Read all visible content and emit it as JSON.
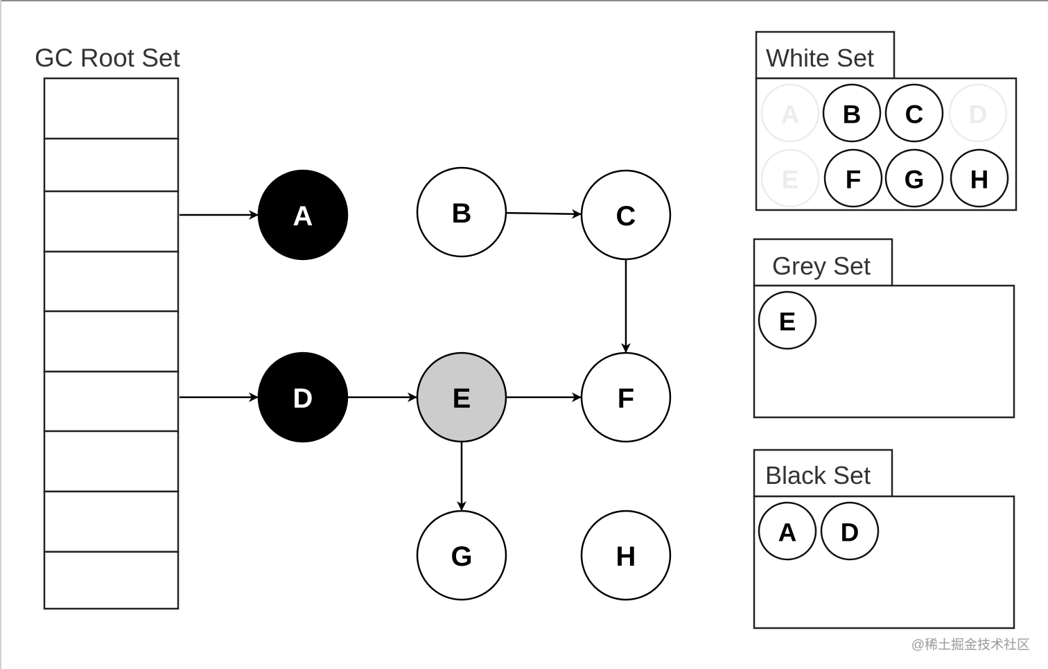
{
  "root_set": {
    "title": "GC Root Set",
    "slot_count": 9
  },
  "colors": {
    "black": "#000000",
    "grey": "#cccccc",
    "white": "#ffffff",
    "faded": "#ececec"
  },
  "nodes": [
    {
      "id": "A",
      "label": "A",
      "color": "black"
    },
    {
      "id": "B",
      "label": "B",
      "color": "white"
    },
    {
      "id": "C",
      "label": "C",
      "color": "white"
    },
    {
      "id": "D",
      "label": "D",
      "color": "black"
    },
    {
      "id": "E",
      "label": "E",
      "color": "grey"
    },
    {
      "id": "F",
      "label": "F",
      "color": "white"
    },
    {
      "id": "G",
      "label": "G",
      "color": "white"
    },
    {
      "id": "H",
      "label": "H",
      "color": "white"
    }
  ],
  "edges": [
    {
      "from": "root-slot-3",
      "to": "A"
    },
    {
      "from": "root-slot-6",
      "to": "D"
    },
    {
      "from": "B",
      "to": "C"
    },
    {
      "from": "C",
      "to": "F"
    },
    {
      "from": "D",
      "to": "E"
    },
    {
      "from": "E",
      "to": "F"
    },
    {
      "from": "E",
      "to": "G"
    }
  ],
  "sets": {
    "white": {
      "title": "White Set",
      "items": [
        {
          "label": "A",
          "faded": true
        },
        {
          "label": "B",
          "faded": false
        },
        {
          "label": "C",
          "faded": false
        },
        {
          "label": "D",
          "faded": true
        },
        {
          "label": "E",
          "faded": true
        },
        {
          "label": "F",
          "faded": false
        },
        {
          "label": "G",
          "faded": false
        },
        {
          "label": "H",
          "faded": false
        }
      ]
    },
    "grey": {
      "title": "Grey Set",
      "items": [
        {
          "label": "E",
          "faded": false
        }
      ]
    },
    "black": {
      "title": "Black Set",
      "items": [
        {
          "label": "A",
          "faded": false
        },
        {
          "label": "D",
          "faded": false
        }
      ]
    }
  },
  "watermark": "@稀土掘金技术社区"
}
